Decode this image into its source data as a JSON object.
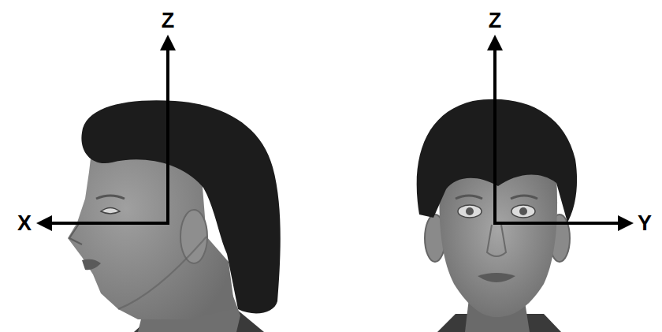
{
  "diagram": {
    "labels": [
      "Z",
      "X",
      "Z",
      "Y"
    ]
  }
}
